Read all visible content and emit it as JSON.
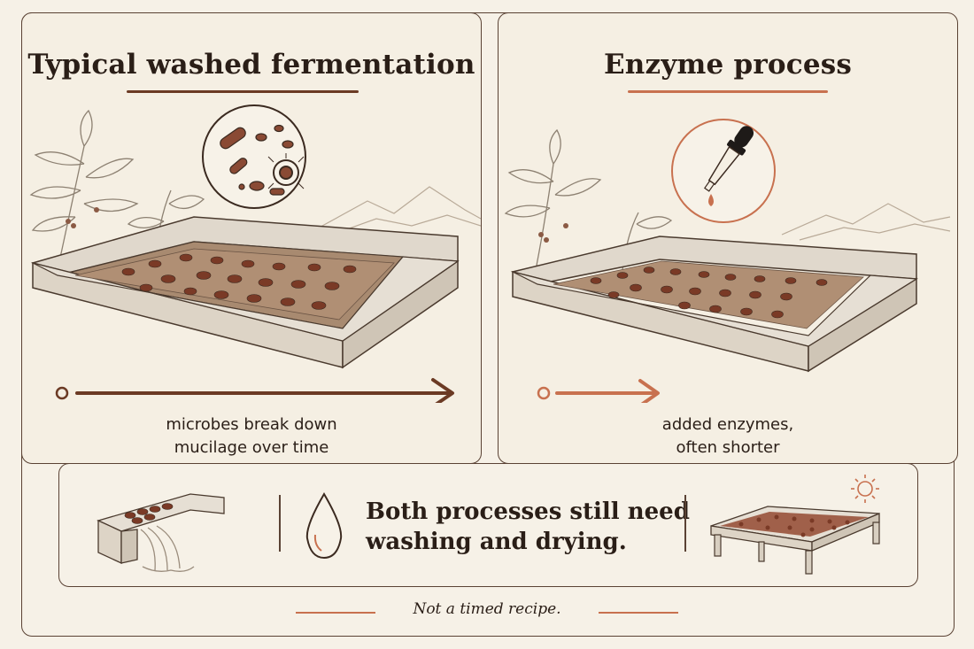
{
  "panels": {
    "left": {
      "title": "Typical washed fermentation",
      "caption_line1": "microbes break down",
      "caption_line2": "mucilage over time",
      "accent_color": "#6b3a24"
    },
    "right": {
      "title": "Enzyme process",
      "caption_line1": "added enzymes,",
      "caption_line2": "often shorter",
      "accent_color": "#c8714f"
    }
  },
  "bottom": {
    "message_line1": "Both processes still need",
    "message_line2": "washing and drying."
  },
  "footer": {
    "note": "Not a timed recipe."
  },
  "icons": [
    "microbes-icon",
    "dropper-icon",
    "water-drop-icon",
    "sun-icon",
    "washing-channel-icon",
    "drying-bed-icon"
  ]
}
